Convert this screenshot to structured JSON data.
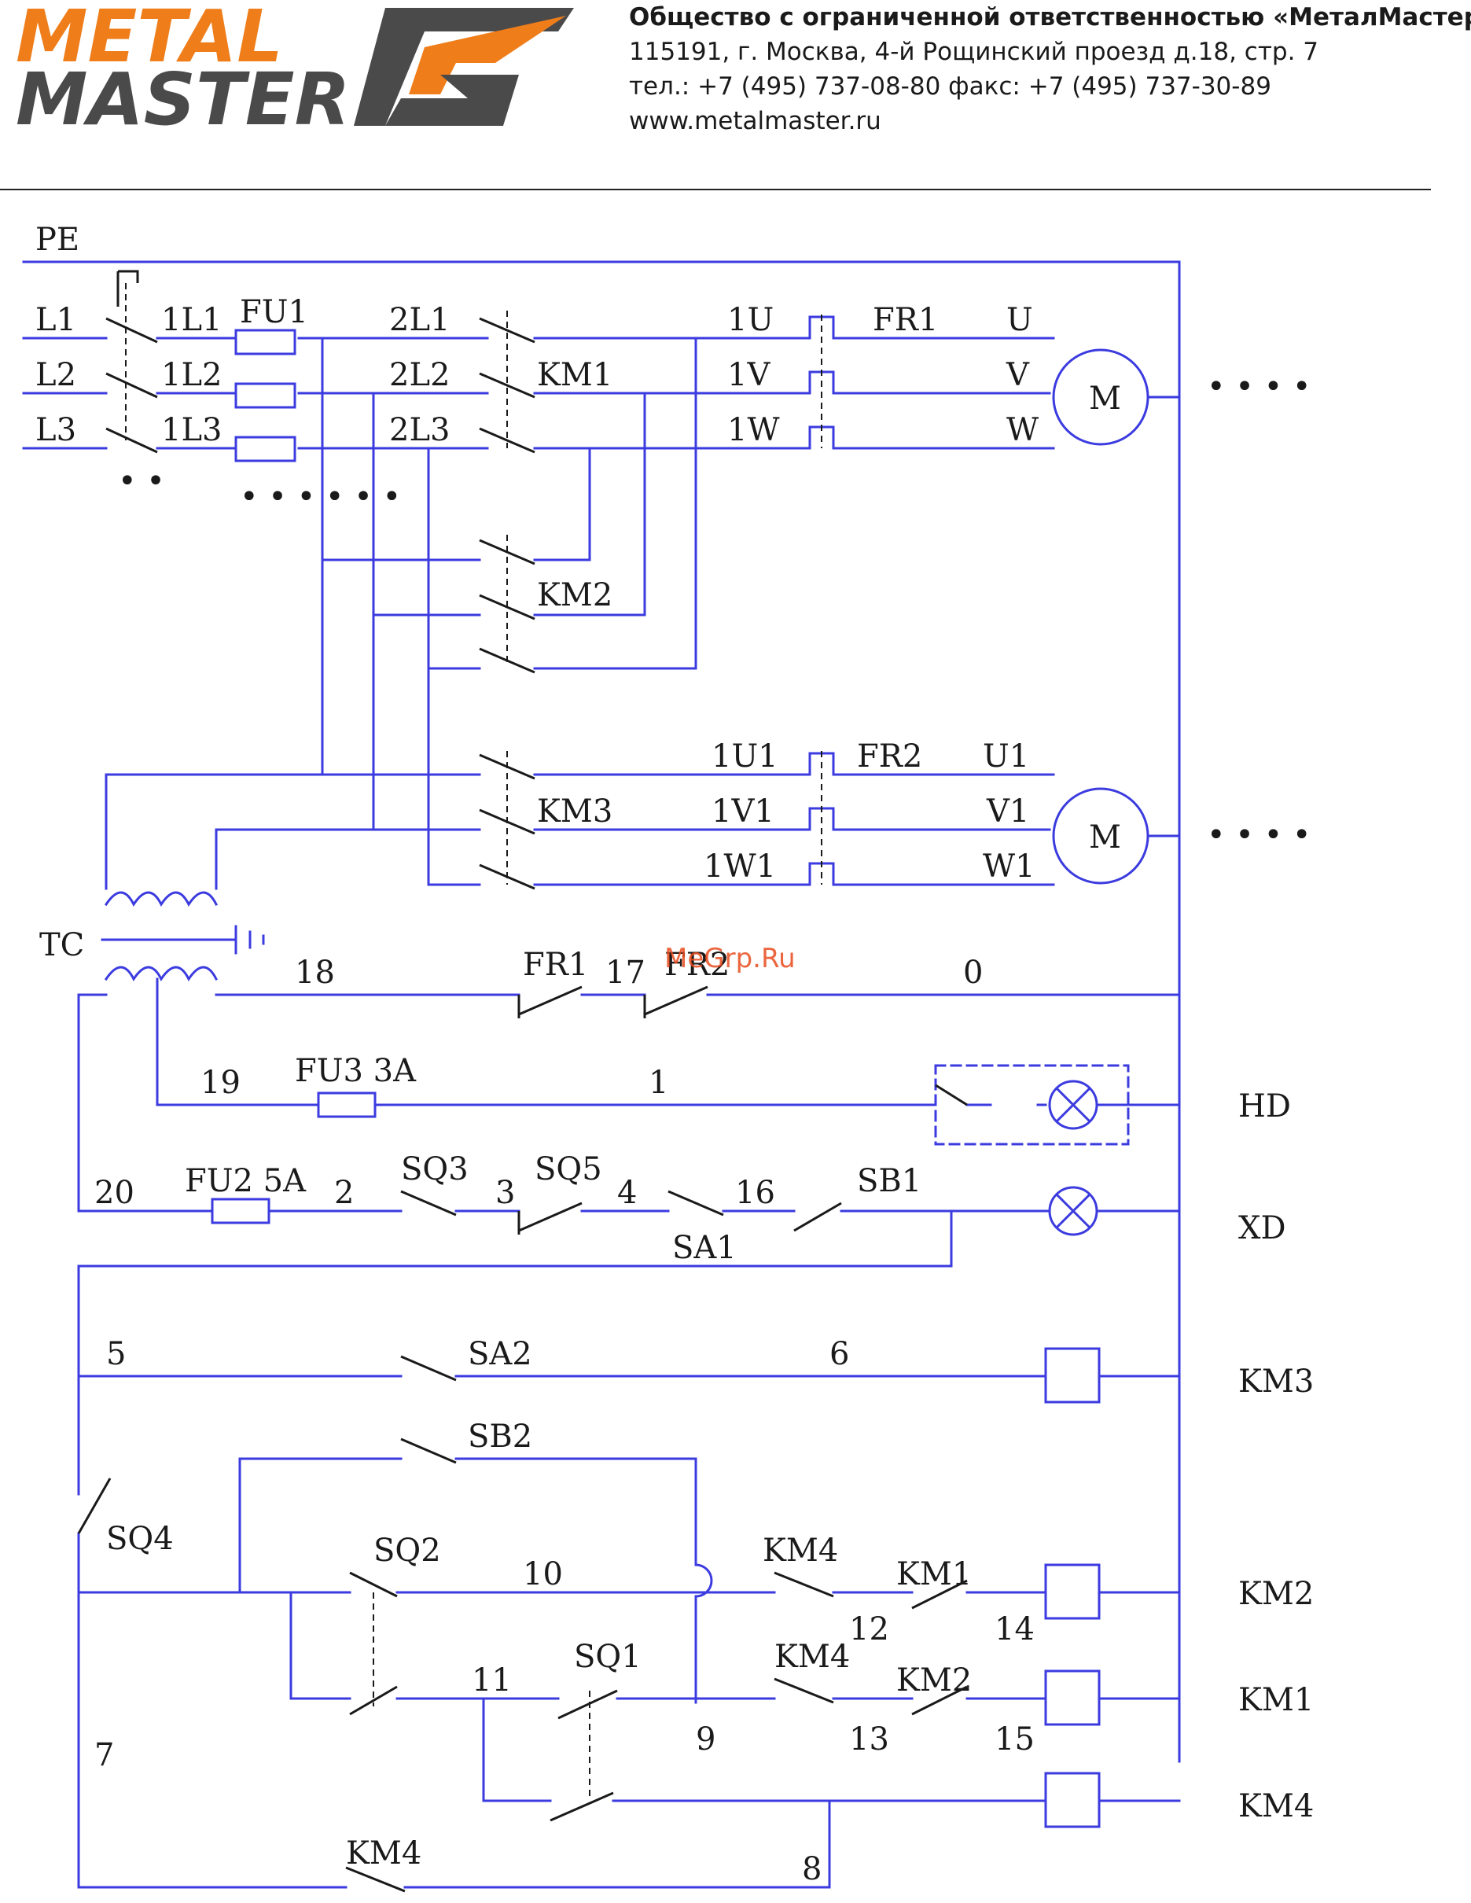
{
  "header": {
    "logo_text_top": "METAL",
    "logo_text_bottom": "MASTER",
    "company_name": "Общество с ограниченной ответственностью «МеталМастер»",
    "address": "115191, г. Москва, 4-й Рощинский проезд д.18, стр. 7",
    "contacts": "тел.: +7 (495) 737-08-80   факс: +7 (495) 737-30-89",
    "website": "www.metalmaster.ru"
  },
  "watermark": "MeGrp.Ru",
  "colors": {
    "wire": "#3b3be0",
    "logo_orange": "#ef7d1a",
    "logo_gray": "#4a4a4a",
    "watermark": "#e84c1e"
  },
  "labels": {
    "pe": "PE",
    "l1": "L1",
    "l2": "L2",
    "l3": "L3",
    "n1l1": "1L1",
    "n1l2": "1L2",
    "n1l3": "1L3",
    "fu1": "FU1",
    "n2l1": "2L1",
    "n2l2": "2L2",
    "n2l3": "2L3",
    "km1": "KM1",
    "km2": "KM2",
    "km3": "KM3",
    "u1n": "1U",
    "v1n": "1V",
    "w1n": "1W",
    "fr1": "FR1",
    "u": "U",
    "v": "V",
    "w": "W",
    "m": "M",
    "u1b": "1U1",
    "v1b": "1V1",
    "w1b": "1W1",
    "fr2": "FR2",
    "u1": "U1",
    "v1": "V1",
    "w1": "W1",
    "dots": "• • • •",
    "dots2": "• •",
    "dots6": "• • • • • •",
    "tc": "TC",
    "n18": "18",
    "n17": "17",
    "n0": "0",
    "fr1c": "FR1",
    "fr2c": "FR2",
    "n19": "19",
    "fu3": "FU3 3A",
    "n1": "1",
    "hd": "HD",
    "n20": "20",
    "fu2": "FU2 5A",
    "n2": "2",
    "sq3": "SQ3",
    "n3": "3",
    "sq5": "SQ5",
    "n4": "4",
    "n16": "16",
    "sb1": "SB1",
    "sa1": "SA1",
    "xd": "XD",
    "n5": "5",
    "sa2": "SA2",
    "n6": "6",
    "km3c": "KM3",
    "sb2": "SB2",
    "sq4": "SQ4",
    "sq2": "SQ2",
    "n10": "10",
    "km4a": "KM4",
    "km1a": "KM1",
    "n12": "12",
    "n14": "14",
    "km2c": "KM2",
    "n7": "7",
    "n11": "11",
    "sq1": "SQ1",
    "n9": "9",
    "km4b": "KM4",
    "km2a": "KM2",
    "n13": "13",
    "n15": "15",
    "km1c": "KM1",
    "km4c": "KM4",
    "km4d": "KM4",
    "n8": "8"
  }
}
